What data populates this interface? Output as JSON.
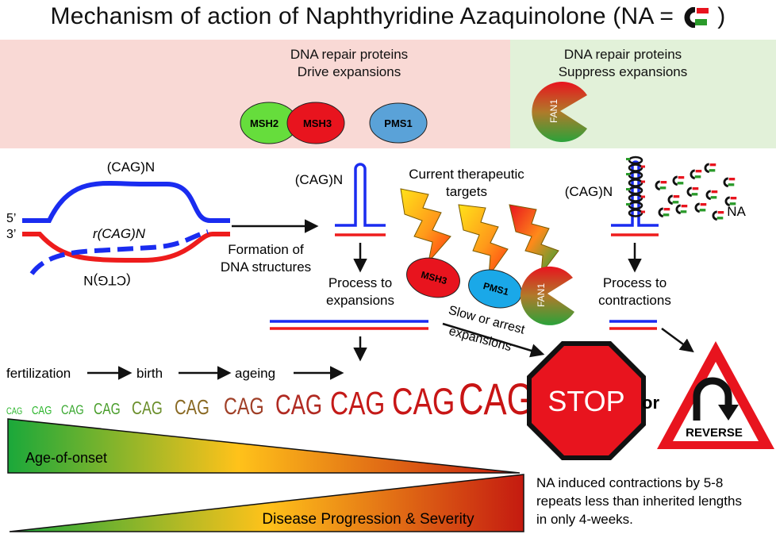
{
  "title": "Mechanism of action of Naphthyridine Azaquinolone (NA =",
  "title_close": ")",
  "drive_panel": {
    "line1": "DNA repair proteins",
    "line2": "Drive expansions"
  },
  "suppress_panel": {
    "line1": "DNA repair proteins",
    "line2": "Suppress expansions"
  },
  "proteins": {
    "msh2": "MSH2",
    "msh3": "MSH3",
    "pms1": "PMS1",
    "fan1": "FAN1"
  },
  "strands": {
    "top_repeat": "(CAG)N",
    "five_prime": "5’",
    "three_prime": "3’",
    "r_repeat": "r(CAG)N",
    "bottom_repeat": "(CTG)N"
  },
  "formation": {
    "line1": "Formation of",
    "line2": "DNA structures"
  },
  "hairpin_label": "(CAG)N",
  "targets": {
    "line1": "Current therapeutic",
    "line2": "targets"
  },
  "na_label": "NA",
  "right_hairpin_label": "(CAG)N",
  "process_exp": {
    "line1": "Process to",
    "line2": "expansions"
  },
  "process_con": {
    "line1": "Process to",
    "line2": "contractions"
  },
  "slow": {
    "line1": "Slow or arrest",
    "line2": "expansions"
  },
  "timeline": {
    "fert": "fertilization",
    "birth": "birth",
    "ageing": "ageing"
  },
  "cag_repeats": [
    "CAG",
    "CAG",
    "CAG",
    "CAG",
    "CAG",
    "CAG",
    "CAG",
    "CAG",
    "CAG",
    "CAG",
    "CAG"
  ],
  "stop_sign": "STOP",
  "or_text": "or",
  "reverse_sign": "REVERSE",
  "age_onset": "Age-of-onset",
  "disease": "Disease Progression & Severity",
  "note": {
    "line1": "NA induced contractions by 5-8",
    "line2": "repeats less than inherited lengths",
    "line3": "in only 4-weeks."
  },
  "colors": {
    "blue": "#1a2cf0",
    "red": "#ee1c1c",
    "msh2": "#66dd3c",
    "msh3": "#e8141e",
    "pms1": "#5aa2d8",
    "stop": "#e8141e"
  }
}
